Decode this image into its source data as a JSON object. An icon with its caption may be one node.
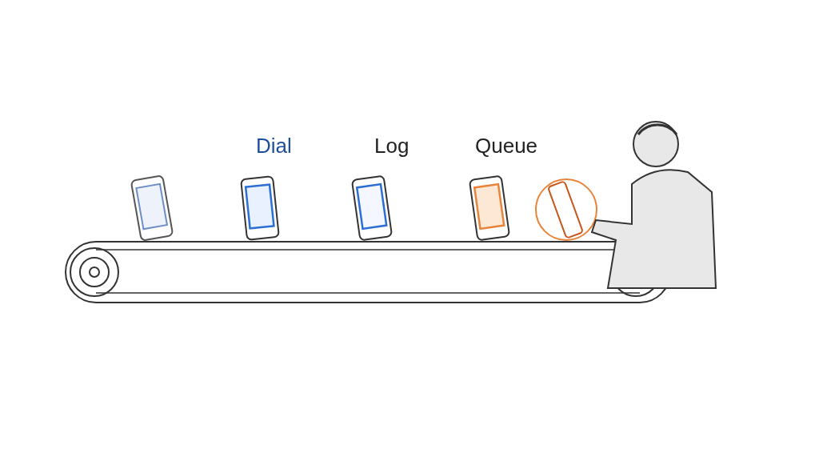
{
  "diagram": {
    "labels": [
      "Dial",
      "Log",
      "Queue"
    ]
  }
}
